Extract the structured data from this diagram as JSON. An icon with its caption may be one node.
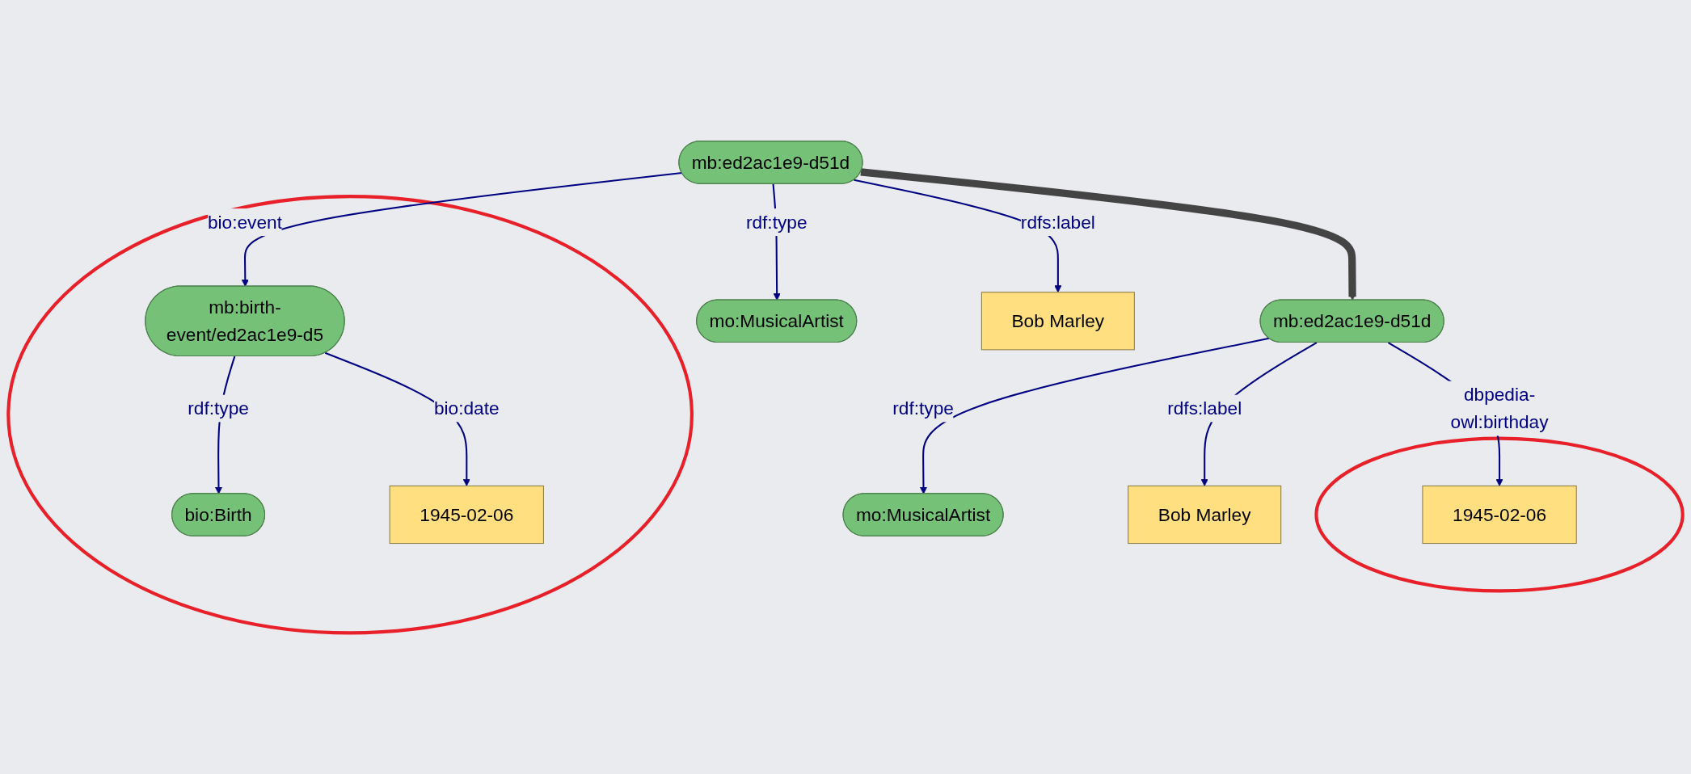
{
  "diagram": {
    "nodes": [
      {
        "text": [
          "mo:MusicalArtist"
        ]
      },
      {
        "text": [
          "Bob Marley"
        ]
      },
      {
        "text": [
          "mb:ed2ac1e9-d51d"
        ]
      },
      {
        "text": [],
        "shape": "circle"
      },
      {
        "text": [
          "mb:birth-event/ed2ac1e9-d5"
        ],
        "in": 3
      },
      {
        "text": [
          "bio:Birth"
        ],
        "in": 3
      },
      {
        "text": [
          "1945-02-06"
        ],
        "in": 3
      },
      {
        "text": [
          "mo:MusicalArtist"
        ]
      },
      {
        "text": [
          "Bob Marley"
        ]
      },
      {
        "text": [
          "mb:ed2ac1e9-d51d"
        ]
      },
      {
        "text": [],
        "shape": "circle"
      },
      {
        "text": [
          "1945-02-06"
        ],
        "in": 10
      }
    ],
    "edges": [
      {
        "from": 2,
        "to": 0,
        "arrow": "to",
        "label": "rdf:type"
      },
      {
        "from": 2,
        "to": 1,
        "arrow": "to",
        "label": "rdfs:label"
      },
      {
        "from": 2,
        "to": 4,
        "arrow": "to",
        "label": "bio:event"
      },
      {
        "from": 4,
        "to": 5,
        "arrow": "to",
        "label": "rdf:type"
      },
      {
        "from": 4,
        "to": 6,
        "arrow": "to",
        "label": "bio:date"
      },
      {
        "from": 9,
        "to": 7,
        "arrow": "to",
        "label": "rdf:type"
      },
      {
        "from": 9,
        "to": 8,
        "arrow": "to",
        "label": "rdfs:label"
      },
      {
        "from": 9,
        "to": 11,
        "arrow": "to",
        "label": "dbpedia-owl:birthday"
      },
      {
        "from": 2,
        "to": 9,
        "arrow": "to",
        "style": "thick",
        "color": "#444444"
      }
    ]
  }
}
